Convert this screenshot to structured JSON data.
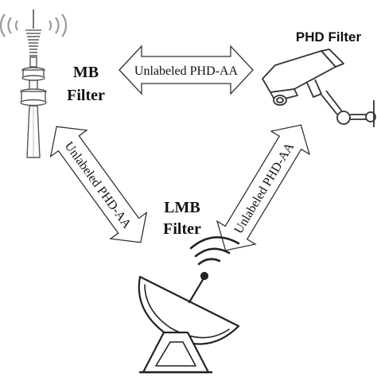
{
  "nodes": {
    "mb": {
      "line1": "MB",
      "line2": "Filter"
    },
    "lmb": {
      "line1": "LMB",
      "line2": "Filter"
    },
    "phd": {
      "label": "PHD Filter"
    }
  },
  "links": {
    "top": "Unlabeled PHD-AA",
    "left": "Unlabeled PHD-AA",
    "right": "Unlabeled PHD-AA"
  },
  "icons": {
    "mb": "radio-tower-icon",
    "phd": "security-camera-icon",
    "lmb": "satellite-dish-icon"
  },
  "colors": {
    "stroke": "#333333",
    "fill": "#ffffff",
    "text": "#111111",
    "signal": "#999999"
  }
}
